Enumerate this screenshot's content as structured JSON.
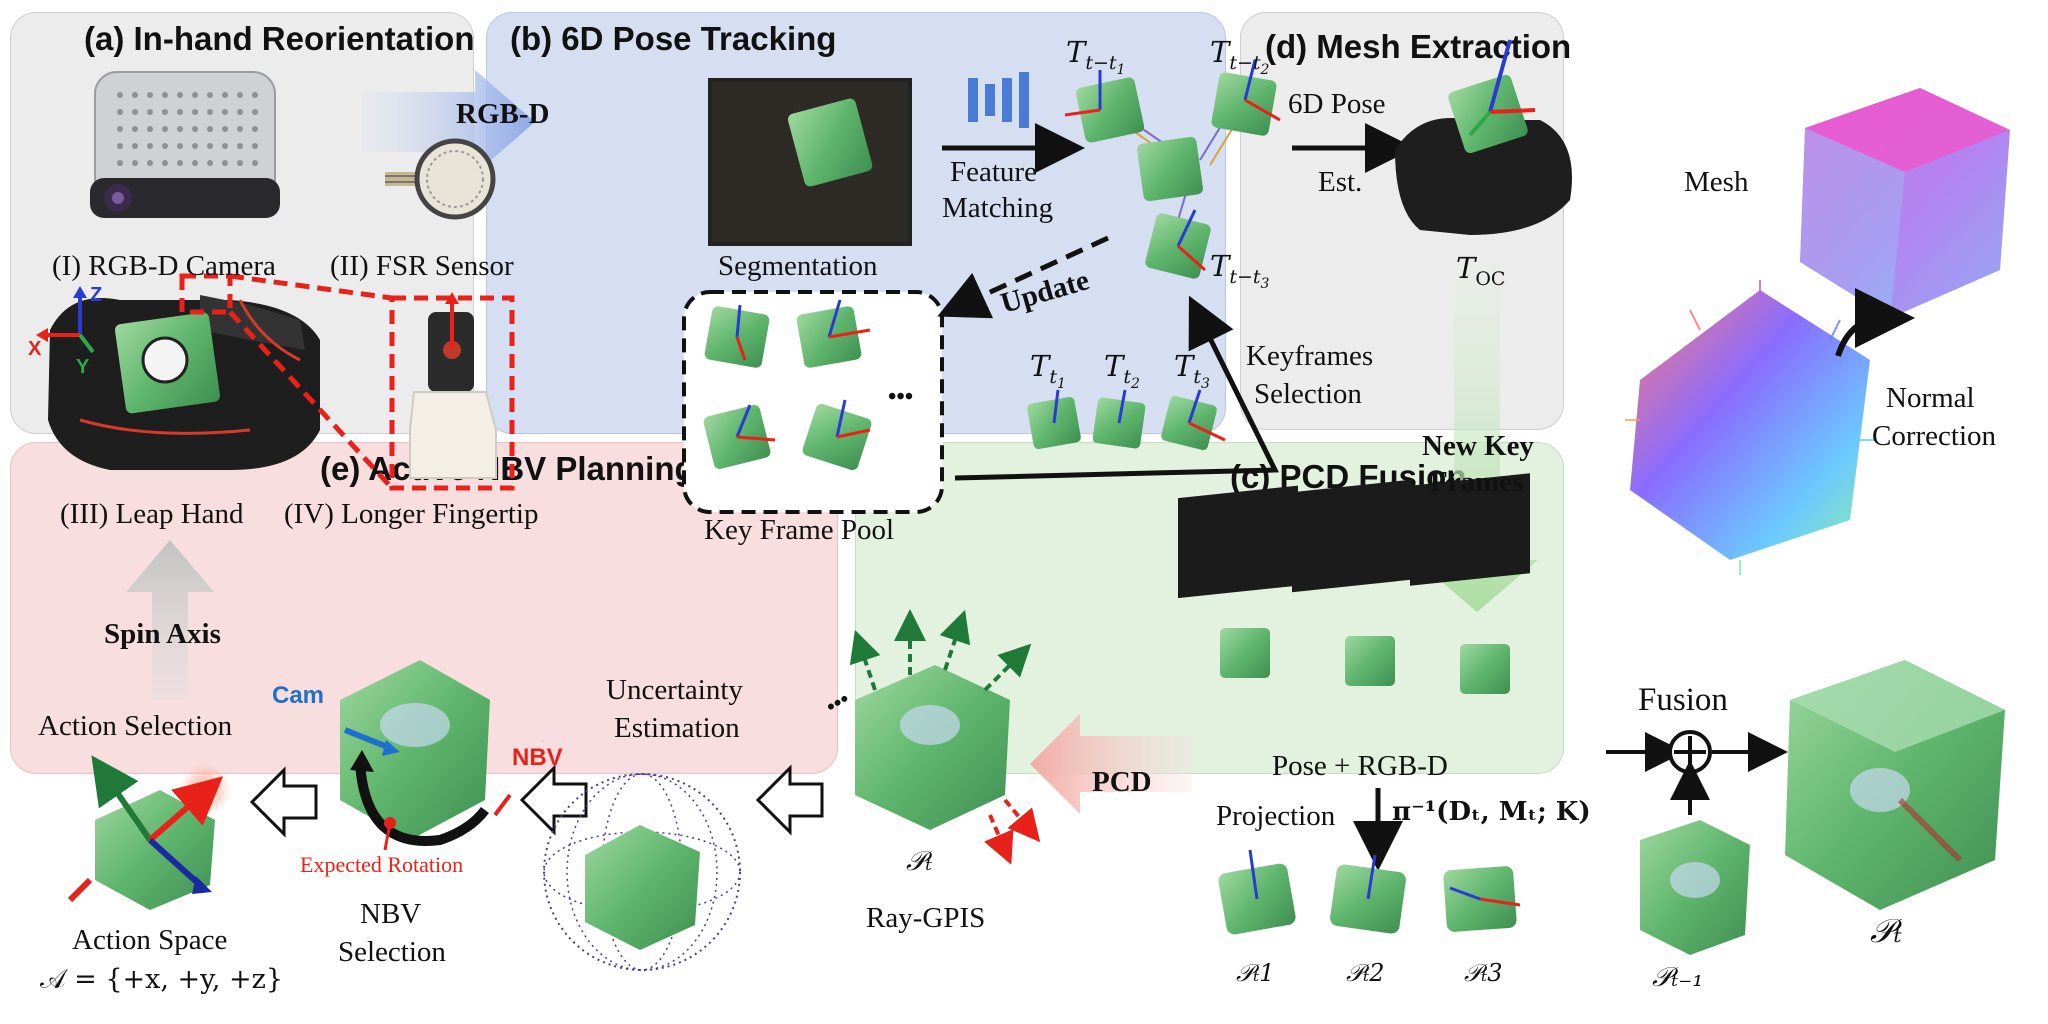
{
  "panels": {
    "a": {
      "title": "(a) In-hand Reorientation"
    },
    "b": {
      "title": "(b) 6D Pose Tracking"
    },
    "c": {
      "title": "(c) PCD Fusion"
    },
    "d": {
      "title": "(d) Mesh Extraction"
    },
    "e": {
      "title": "(e) Active NBV Planning"
    }
  },
  "a": {
    "camera": "(I) RGB-D Camera",
    "fsr": "(II) FSR Sensor",
    "leap": "(III) Leap Hand",
    "fingertip": "(IV) Longer Fingertip",
    "axis_x": "X",
    "axis_y": "Y",
    "axis_z": "Z"
  },
  "b": {
    "segmentation": "Segmentation",
    "feature_matching_1": "Feature",
    "feature_matching_2": "Matching",
    "six_d_pose_1": "6D Pose",
    "six_d_pose_2": "Est.",
    "update": "Update",
    "keyframes_1": "Keyframes",
    "keyframes_2": "Selection",
    "pool": "Key Frame Pool",
    "ellipsis": "•••",
    "T1": "T",
    "sub_t_t1": "t−t",
    "sub_1": "1",
    "sub_2": "2",
    "sub_3": "3",
    "sub_oc": "OC",
    "sub_t": "t"
  },
  "arrows": {
    "rgbd": "RGB-D",
    "new_key_1": "New Key",
    "new_key_2": "Frames",
    "pcd": "PCD",
    "spin_axis": "Spin Axis"
  },
  "c": {
    "pose_rgbd": "Pose + RGB-D",
    "projection": "Projection",
    "fusion": "Fusion",
    "formula": "π⁻¹(Dₜ, Mₜ; K)",
    "p1": "𝒫ₜ1",
    "p2": "𝒫ₜ2",
    "p3": "𝒫ₜ3",
    "p_prev": "𝒫ₜ₋₁",
    "p_t": "𝒫ₜ"
  },
  "d": {
    "mesh": "Mesh",
    "normal_1": "Normal",
    "normal_2": "Correction"
  },
  "e": {
    "action_selection": "Action Selection",
    "action_space": "Action Space",
    "action_set": "𝒜 = {+x, +y, +z}",
    "cam": "Cam",
    "nbv": "NBV",
    "expected_rotation": "Expected Rotation",
    "nbv_sel_1": "NBV",
    "nbv_sel_2": "Selection",
    "uncertainty_1": "Uncertainty",
    "uncertainty_2": "Estimation",
    "ray_gpis": "Ray-GPIS",
    "p_t": "𝒫ₜ",
    "dots": "•••"
  },
  "colors": {
    "panel_a": "#ececec",
    "panel_b": "#d6dff2",
    "panel_c": "#e3f1df",
    "panel_d": "#ececec",
    "panel_e": "#f8dede",
    "red_dash": "#e8221b",
    "blue_arrow": "#8fa8e6",
    "green_arrow": "#a9dca0",
    "pink_arrow": "#f2aaa4",
    "gray_arrow": "#c8c8c8"
  }
}
